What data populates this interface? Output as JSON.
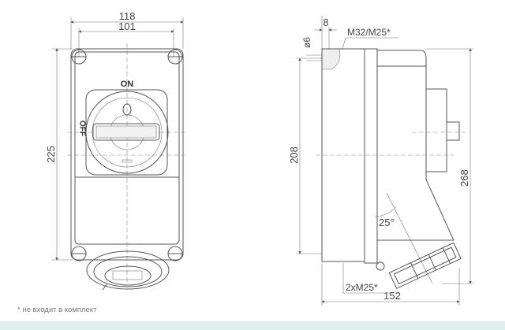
{
  "front_view": {
    "dim_width_outer": "118",
    "dim_width_inner": "101",
    "dim_height": "225",
    "label_on": "ON",
    "label_off": "OFF"
  },
  "side_view": {
    "dim_gland_offset": "8",
    "dim_hole": "ø6",
    "label_top_gland": "M32/M25*",
    "dim_mount_height": "208",
    "dim_total_height": "268",
    "dim_depth": "152",
    "label_angle": "25°",
    "label_bottom_gland": "2xM25*"
  },
  "footnote": "* не входит в комплект"
}
